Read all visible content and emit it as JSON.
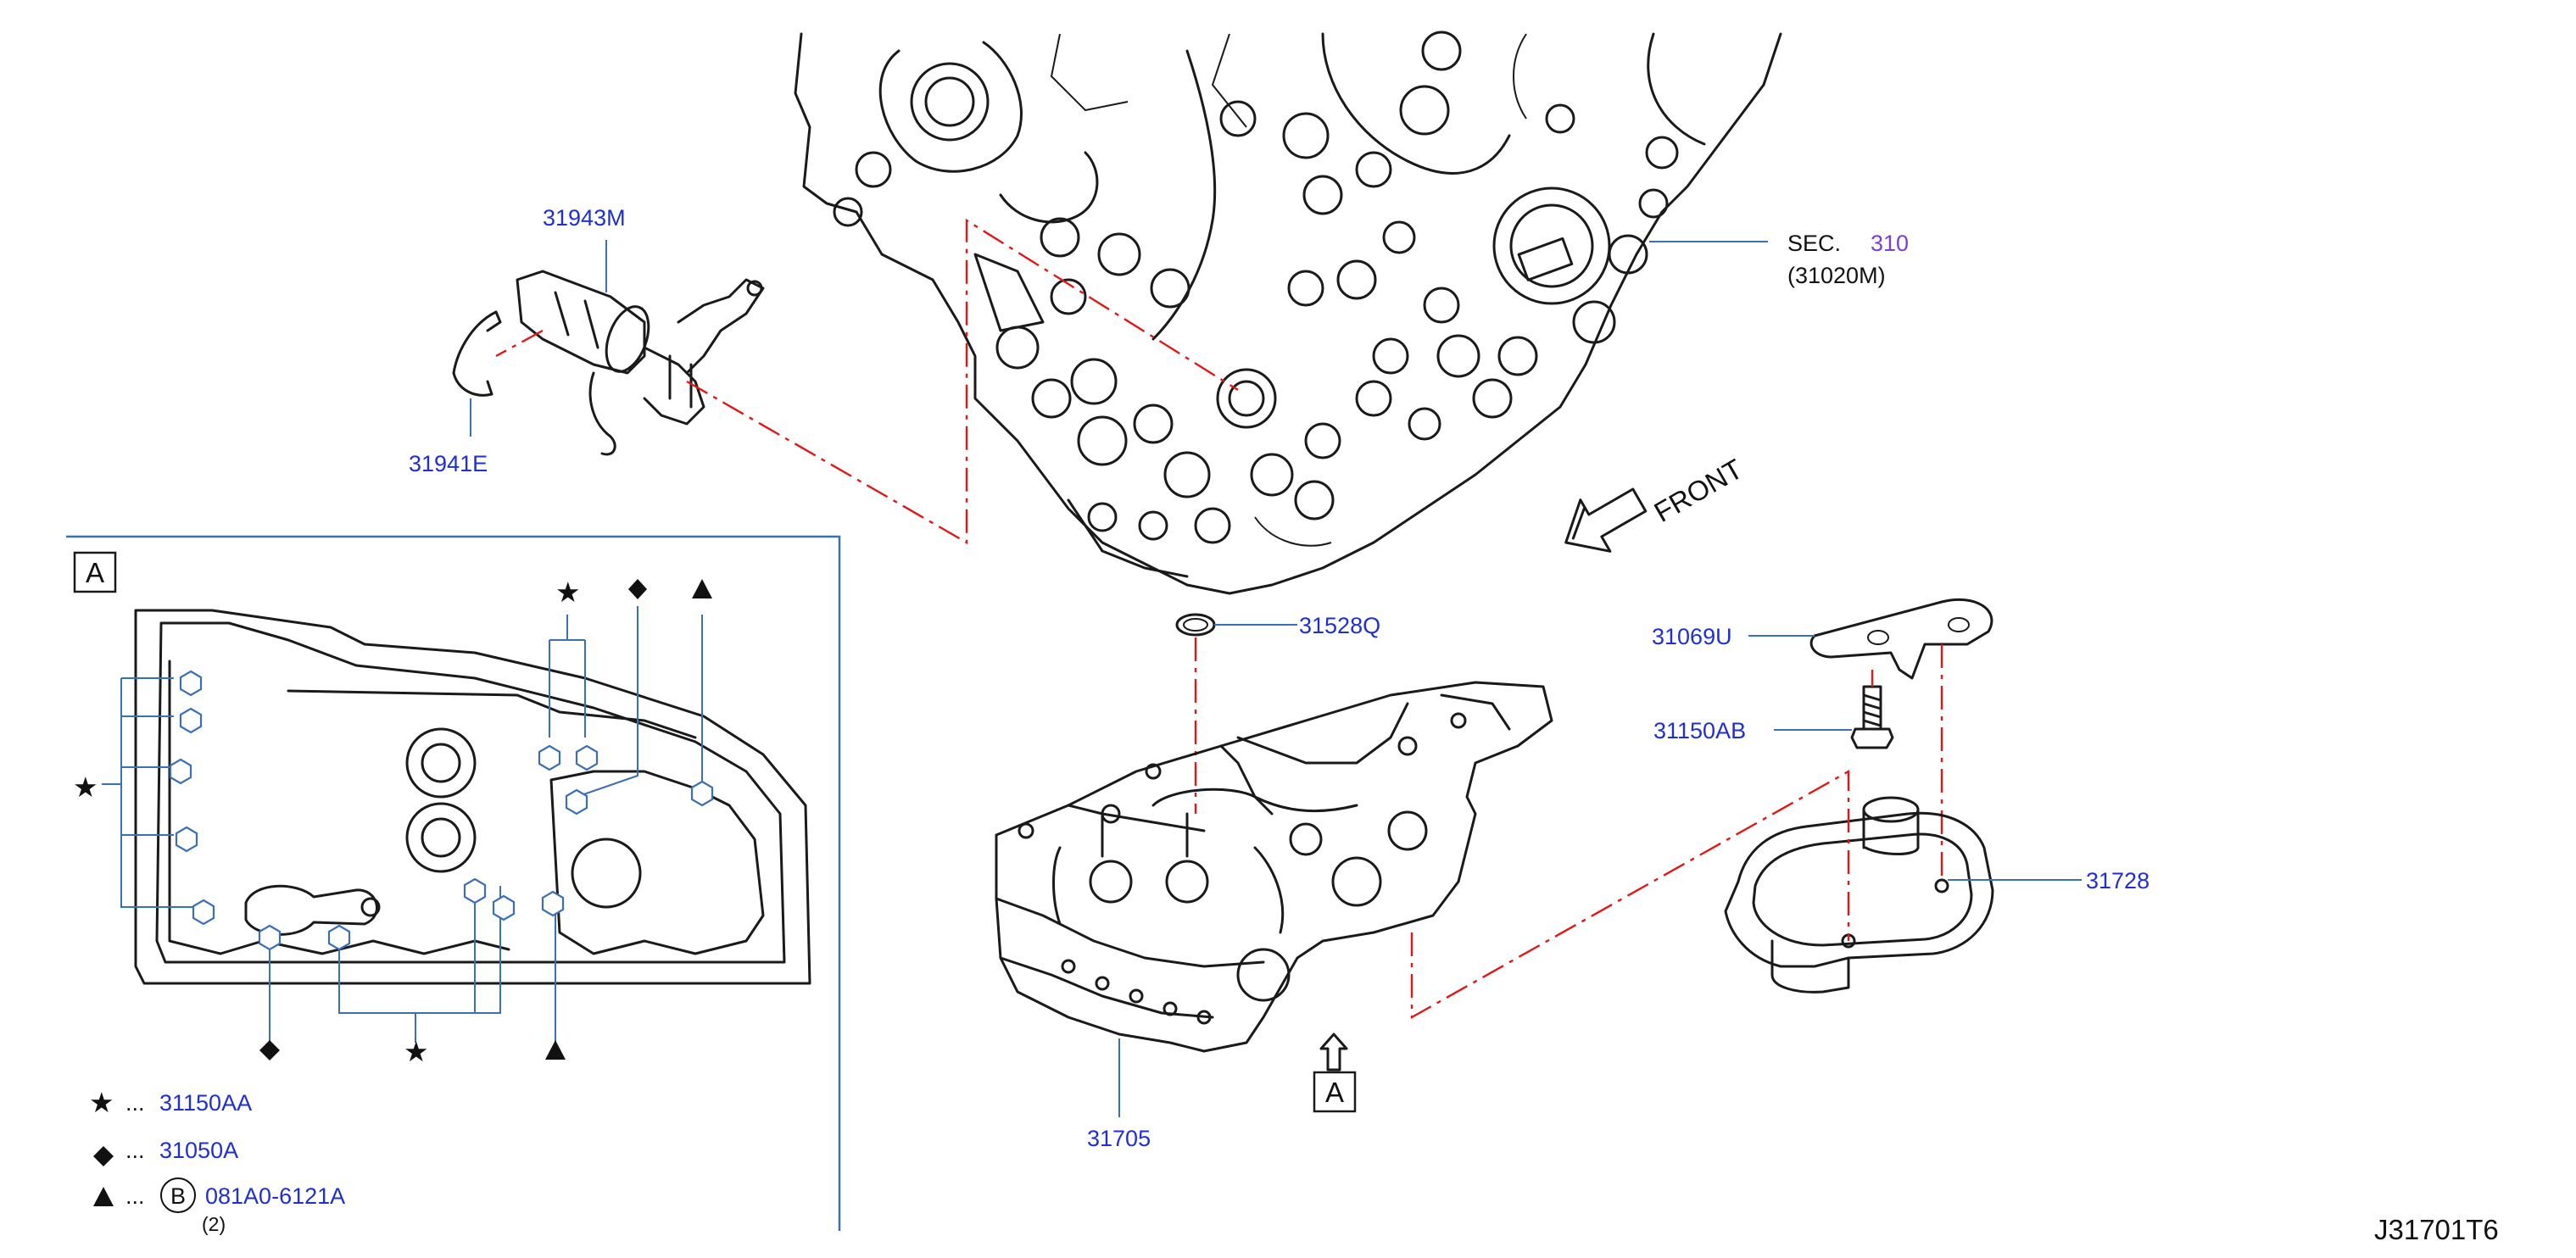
{
  "diagram_id": "J31701T6",
  "front_label": "FRONT",
  "section": {
    "prefix": "SEC.",
    "number": "310",
    "sub": "(31020M)"
  },
  "parts": {
    "p31943M": "31943M",
    "p31941E": "31941E",
    "p31528Q": "31528Q",
    "p31069U": "31069U",
    "p31150AB": "31150AB",
    "p31728": "31728",
    "p31705": "31705"
  },
  "view_ref": "A",
  "legend": [
    {
      "symbol": "star",
      "dots": "...",
      "part": "31150AA"
    },
    {
      "symbol": "diamond",
      "dots": "...",
      "part": "31050A"
    },
    {
      "symbol": "triangle",
      "dots": "...",
      "circle_letter": "B",
      "part": "081A0-6121A",
      "qty": "(2)"
    }
  ],
  "colors": {
    "part_number": "#1f2fd6",
    "leader_line": "#3b6fb6",
    "reference_line": "#e01818",
    "section_number": "#7b3fd6"
  }
}
